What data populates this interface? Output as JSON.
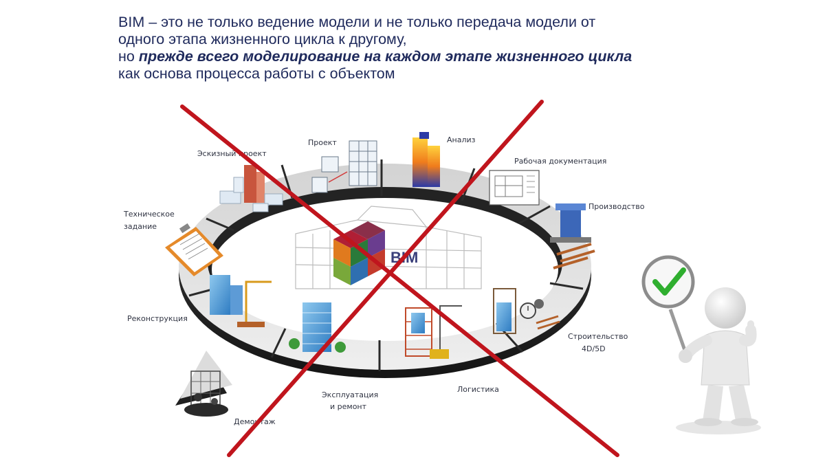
{
  "heading": {
    "line1": "BIM – это не только ведение модели и не только передача модели от",
    "line2": "одного этапа жизненного цикла к другому,",
    "line3_prefix": "но ",
    "line3_emphasis": "прежде всего моделирование на каждом этапе жизненного цикла",
    "line4": "как основа процесса работы с объектом"
  },
  "diagram": {
    "center_label": "BIM",
    "stages": {
      "sketch": "Эскизный проект",
      "project": "Проект",
      "analysis": "Анализ",
      "working_docs": "Рабочая документация",
      "production": "Производство",
      "tech_task_1": "Техническое",
      "tech_task_2": "задание",
      "reconstruction": "Реконструкция",
      "construction_1": "Строительство",
      "construction_2": "4D/5D",
      "operation_1": "Эксплуатация",
      "operation_2": "и ремонт",
      "logistics": "Логистика",
      "demolition": "Демонтаж"
    },
    "crossout_color": "#c0151d",
    "checkmark_color": "#2fae2f"
  }
}
